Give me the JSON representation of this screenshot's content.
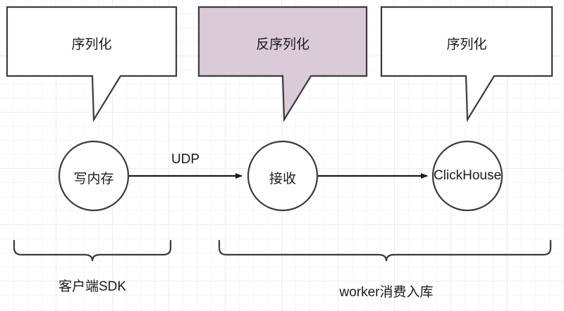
{
  "diagram": {
    "title": "Client SDK to ClickHouse data pipeline",
    "colors": {
      "stroke": "#3b3b3b",
      "callout_highlight_fill": "#dbcbd8",
      "callout_plain_fill": "#ffffff",
      "text": "#1a1a1a",
      "grid_minor": "#f6f6f6",
      "grid_major": "#ececec"
    },
    "callouts": [
      {
        "id": "callout-serialize-left",
        "label": "序列化",
        "fill": "#ffffff"
      },
      {
        "id": "callout-deserialize",
        "label": "反序列化",
        "fill": "#dbcbd8"
      },
      {
        "id": "callout-serialize-right",
        "label": "序列化",
        "fill": "#ffffff"
      }
    ],
    "nodes": [
      {
        "id": "node-write-memory",
        "label": "写内存"
      },
      {
        "id": "node-receive",
        "label": "接收"
      },
      {
        "id": "node-clickhouse",
        "label": "ClickHouse"
      }
    ],
    "edges": [
      {
        "id": "edge-udp",
        "label": "UDP",
        "from": "node-write-memory",
        "to": "node-receive"
      },
      {
        "id": "edge-insert",
        "label": "",
        "from": "node-receive",
        "to": "node-clickhouse"
      }
    ],
    "groups": [
      {
        "id": "group-client-sdk",
        "label": "客户端SDK"
      },
      {
        "id": "group-worker",
        "label": "worker消费入库"
      }
    ]
  }
}
